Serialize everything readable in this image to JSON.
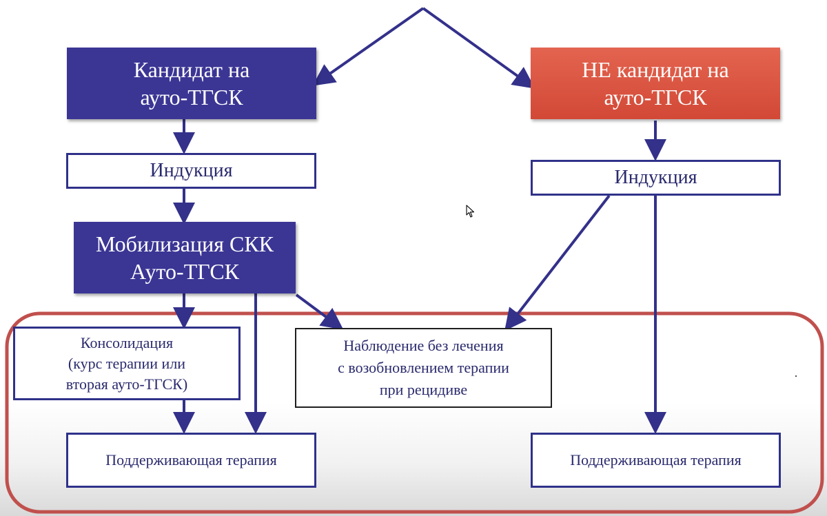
{
  "diagram": {
    "nodes": {
      "candidate": "Кандидат на\nауто-ТГСК",
      "not_candidate": "НЕ кандидат на\nауто-ТГСК",
      "induction_left": "Индукция",
      "induction_right": "Индукция",
      "mobilization": "Мобилизация СКК\nАуто-ТГСК",
      "consolidation": "Консолидация\n(курс терапии или\nвторая ауто-ТГСК)",
      "observation": "Наблюдение без лечения\nс возобновлением терапии\nпри рецидиве",
      "maintenance_left": "Поддерживающая терапия",
      "maintenance_right": "Поддерживающая терапия"
    },
    "colors": {
      "candidate_fill": "#3b3694",
      "not_candidate_fill": "#d9503c",
      "arrow": "#33318a",
      "highlight_frame": "#c0504d"
    }
  }
}
